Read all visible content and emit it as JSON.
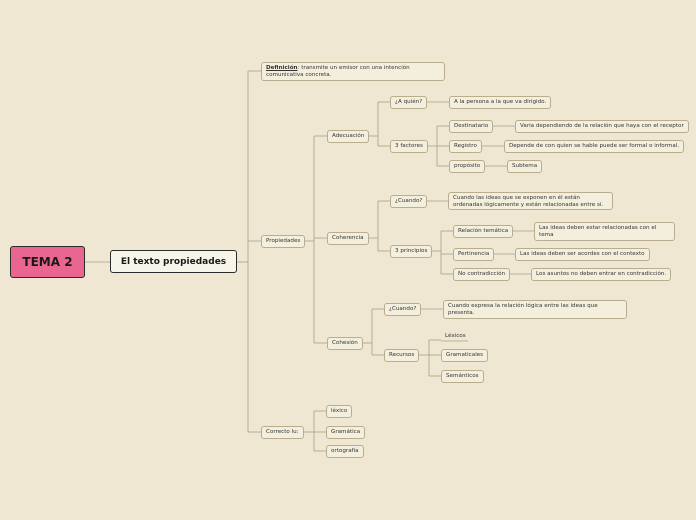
{
  "root": "TEMA 2",
  "main": "El texto propiedades",
  "definicion": {
    "term": "Definición",
    "text": ": transmite un emisor con una intención comunicativa concreta."
  },
  "propiedades": "Propiedades",
  "adecuacion": {
    "label": "Adecuación",
    "quien": "¿A quién?",
    "quien_ans": "A la persona a la que va dirigido.",
    "factores": "3 factores",
    "destinatario": "Destinatario",
    "destinatario_ans": "Varia dependiendo de la relación que haya con el receptor",
    "registro": "Registro",
    "registro_ans": "Depende de con quien se hable puede ser formal o informal.",
    "proposito": "propósito",
    "proposito_ans": "Subtema"
  },
  "coherencia": {
    "label": "Coherencia",
    "cuando": "¿Cuando?",
    "cuando_ans": "Cuando las ideas que se exponen en él están ordenadas lógicamente y están relacionadas entre sí.",
    "principios": "3 principios",
    "relacion": "Relación temática",
    "relacion_ans": "Las ideas deben estar relacionadas con el tema",
    "pertinencia": "Pertinencia",
    "pertinencia_ans": "Las ideas deben ser acordes con el contexto",
    "nocontra": "No contradicción",
    "nocontra_ans": "Los asuntos no deben entrar en contradicción."
  },
  "cohesion": {
    "label": "Cohesión",
    "cuando": "¿Cuando?",
    "cuando_ans": "Cuando expresa la relación lógica entre las ideas que presenta.",
    "recursos": "Recursos",
    "lexicos": "Léxicos",
    "gramaticales": "Gramaticales",
    "semanticos": "Semánticos"
  },
  "correcto": {
    "label": "Correcto lu:",
    "lexico": "léxico",
    "gramatica": "Gramática",
    "ortografia": "ortografía"
  },
  "colors": {
    "background": "#efe7d1",
    "root": "#e8668f",
    "line": "#a89f88"
  }
}
